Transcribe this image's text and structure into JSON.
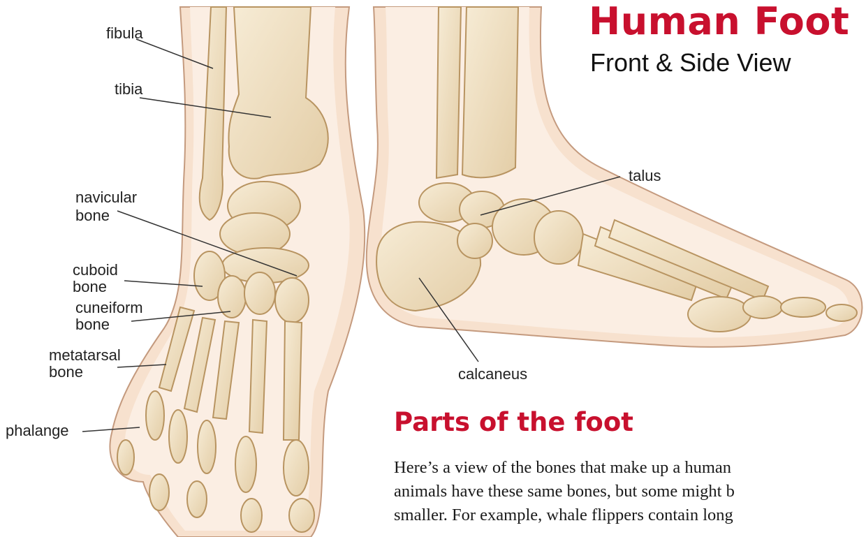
{
  "header": {
    "title": "Human Foot",
    "subtitle": "Front & Side View"
  },
  "accent_color": "#c8102e",
  "front_view_labels": {
    "fibula": "fibula",
    "tibia": "tibia",
    "navicular_1": "navicular",
    "navicular_2": "bone",
    "cuboid_1": "cuboid",
    "cuboid_2": "bone",
    "cuneiform_1": "cuneiform",
    "cuneiform_2": "bone",
    "metatarsal_1": "metatarsal",
    "metatarsal_2": "bone",
    "phalange": "phalange"
  },
  "side_view_labels": {
    "talus": "talus",
    "calcaneus": "calcaneus"
  },
  "section": {
    "heading": "Parts of the foot",
    "lines": [
      "Here’s a view of the bones that make up a human",
      "animals have these same bones, but some might b",
      "smaller. For example, whale flippers contain long"
    ]
  }
}
